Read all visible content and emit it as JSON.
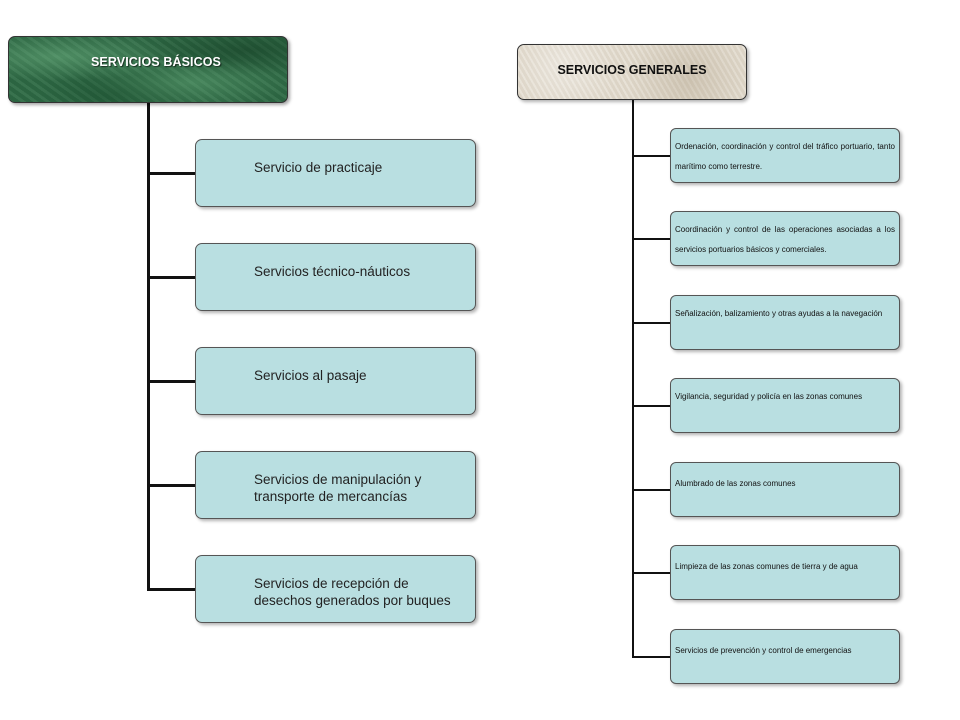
{
  "left_group": {
    "header": "SERVICIOS BÁSICOS",
    "items": [
      "Servicio de practicaje",
      "Servicios técnico-náuticos",
      "Servicios al pasaje",
      "Servicios de manipulación y transporte de mercancías",
      "Servicios de recepción de desechos generados por buques"
    ]
  },
  "right_group": {
    "header": "SERVICIOS GENERALES",
    "items": [
      "Ordenación, coordinación y control del tráfico portuario, tanto marítimo como terrestre.",
      "Coordinación y control de las operaciones asociadas a los servicios portuarios básicos y comerciales.",
      "Señalización, balizamiento y otras ayudas a la navegación",
      "Vigilancia, seguridad y policía en las zonas comunes",
      "Alumbrado de las zonas comunes",
      "Limpieza de las zonas comunes de tierra y de agua",
      "Servicios de prevención y control de emergencias"
    ]
  },
  "colors": {
    "basic_header": "#2e6a45",
    "general_header": "#e4ddd0",
    "box_fill": "#b9dfe1",
    "connector": "#111111"
  }
}
